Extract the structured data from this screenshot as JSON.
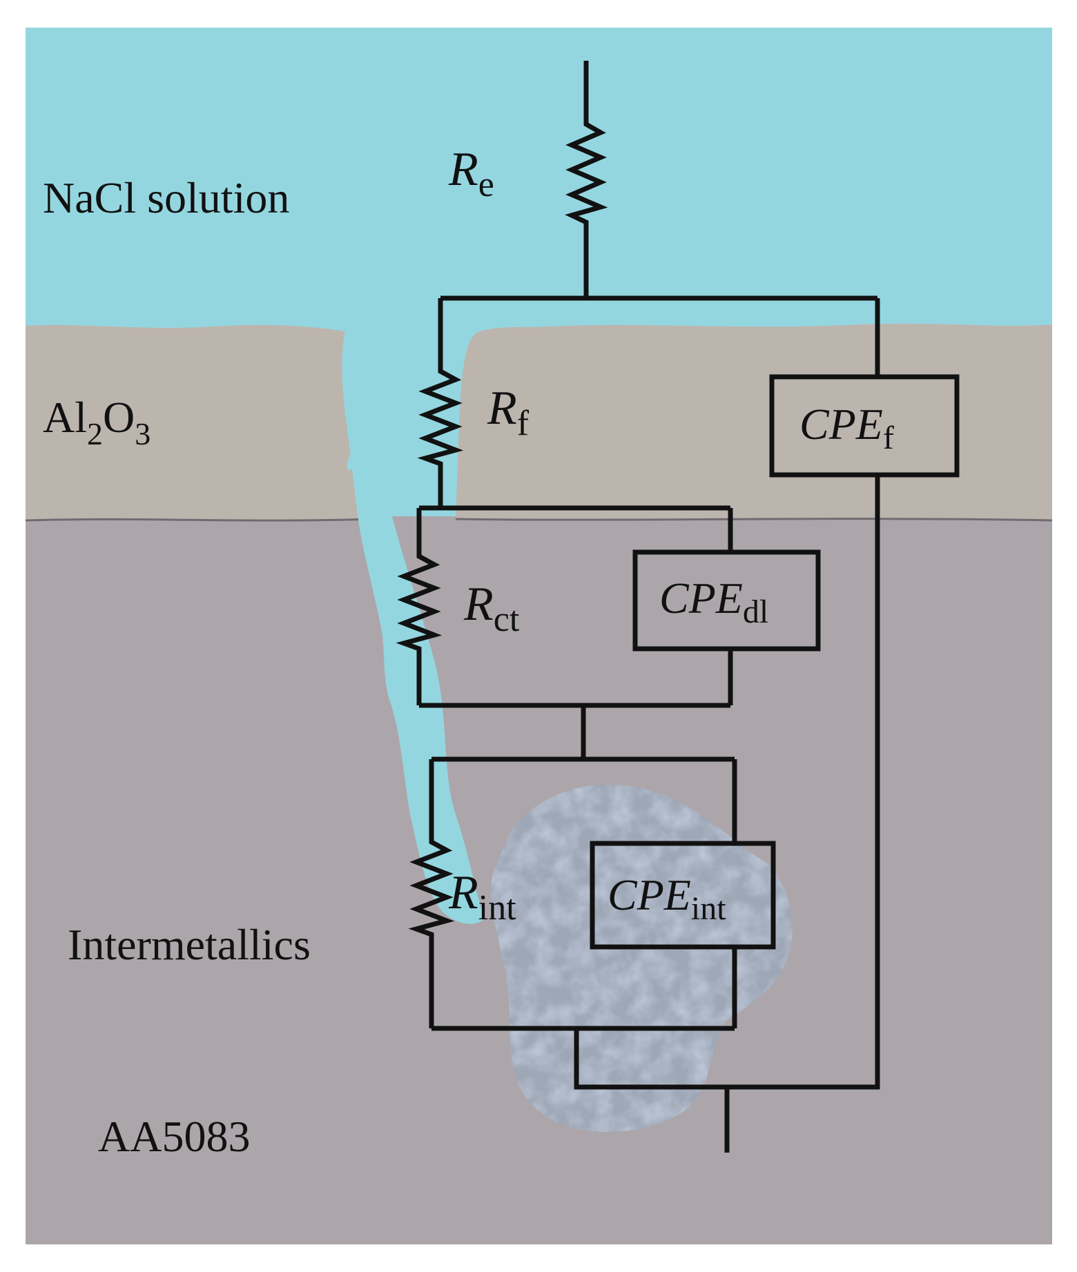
{
  "layers": {
    "solution": "NaCl solution",
    "oxide": {
      "base": "Al",
      "sub1": "2",
      "mid": "O",
      "sub2": "3"
    },
    "intermetallics": "Intermetallics",
    "substrate": "AA5083"
  },
  "components": {
    "re": {
      "symbol": "R",
      "subscript": "e"
    },
    "rf": {
      "symbol": "R",
      "subscript": "f"
    },
    "rct": {
      "symbol": "R",
      "subscript": "ct"
    },
    "rint": {
      "symbol": "R",
      "subscript": "int"
    },
    "cpe_f": {
      "symbol": "CPE",
      "subscript": "f"
    },
    "cpe_dl": {
      "symbol": "CPE",
      "subscript": "dl"
    },
    "cpe_int": {
      "symbol": "CPE",
      "subscript": "int"
    }
  },
  "colors": {
    "solution": "#94d6e0",
    "oxide": "#bcb5ae",
    "substrate": "#aca6aa",
    "intermetallic": "#9ea7b6",
    "wire": "#111111"
  }
}
